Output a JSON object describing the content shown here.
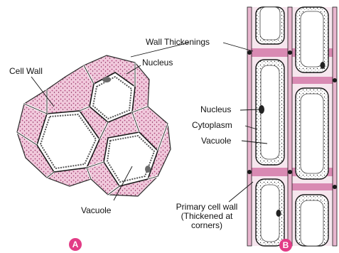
{
  "colors": {
    "wall_fill": "#f1c9dc",
    "wall_stipple": "#b0457a",
    "outline": "#1a1a1a",
    "badge": "#e23c86"
  },
  "figure_a": {
    "badge": "A",
    "labels": {
      "cell_wall": "Cell Wall",
      "wall_thickenings": "Wall Thickenings",
      "nucleus": "Nucleus",
      "vacuole": "Vacuole"
    }
  },
  "figure_b": {
    "badge": "B",
    "labels": {
      "nucleus": "Nucleus",
      "cytoplasm": "Cytoplasm",
      "vacuole": "Vacuole",
      "primary_cell_wall": "Primary cell wall (Thickened at corners)"
    }
  }
}
